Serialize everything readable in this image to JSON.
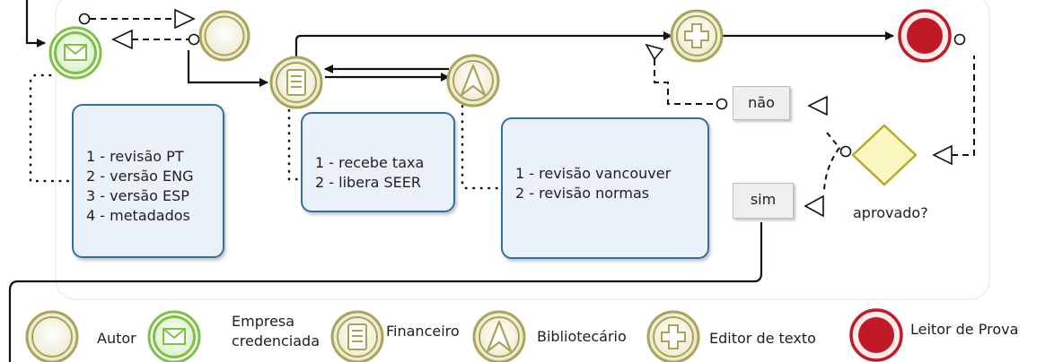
{
  "notes": {
    "author_tasks": [
      "1 - revisão PT",
      "2 - versão ENG",
      "3 - versão ESP",
      "4 - metadados"
    ],
    "finance_tasks": [
      "1 - recebe taxa",
      "2 - libera SEER"
    ],
    "library_tasks": [
      "1 - revisão vancouver",
      "2 - revisão normas"
    ]
  },
  "gateway": {
    "label": "aprovado?",
    "no_label": "não",
    "yes_label": "sim"
  },
  "legend": {
    "author": "Autor",
    "company": [
      "Empresa",
      "credenciada"
    ],
    "finance": "Financeiro",
    "librarian": "Bibliotecário",
    "editor": "Editor de texto",
    "reader": "Leitor de Prova"
  },
  "colors": {
    "green": "#7dc243",
    "green_fill": "#eaf6df",
    "olive": "#a8a45a",
    "olive_fill": "#f8f6e6",
    "red": "#c01a26",
    "gateway_fill": "#fbf7c0",
    "task_border": "#2f6fa6",
    "task_fill": "#eaf1fb"
  }
}
